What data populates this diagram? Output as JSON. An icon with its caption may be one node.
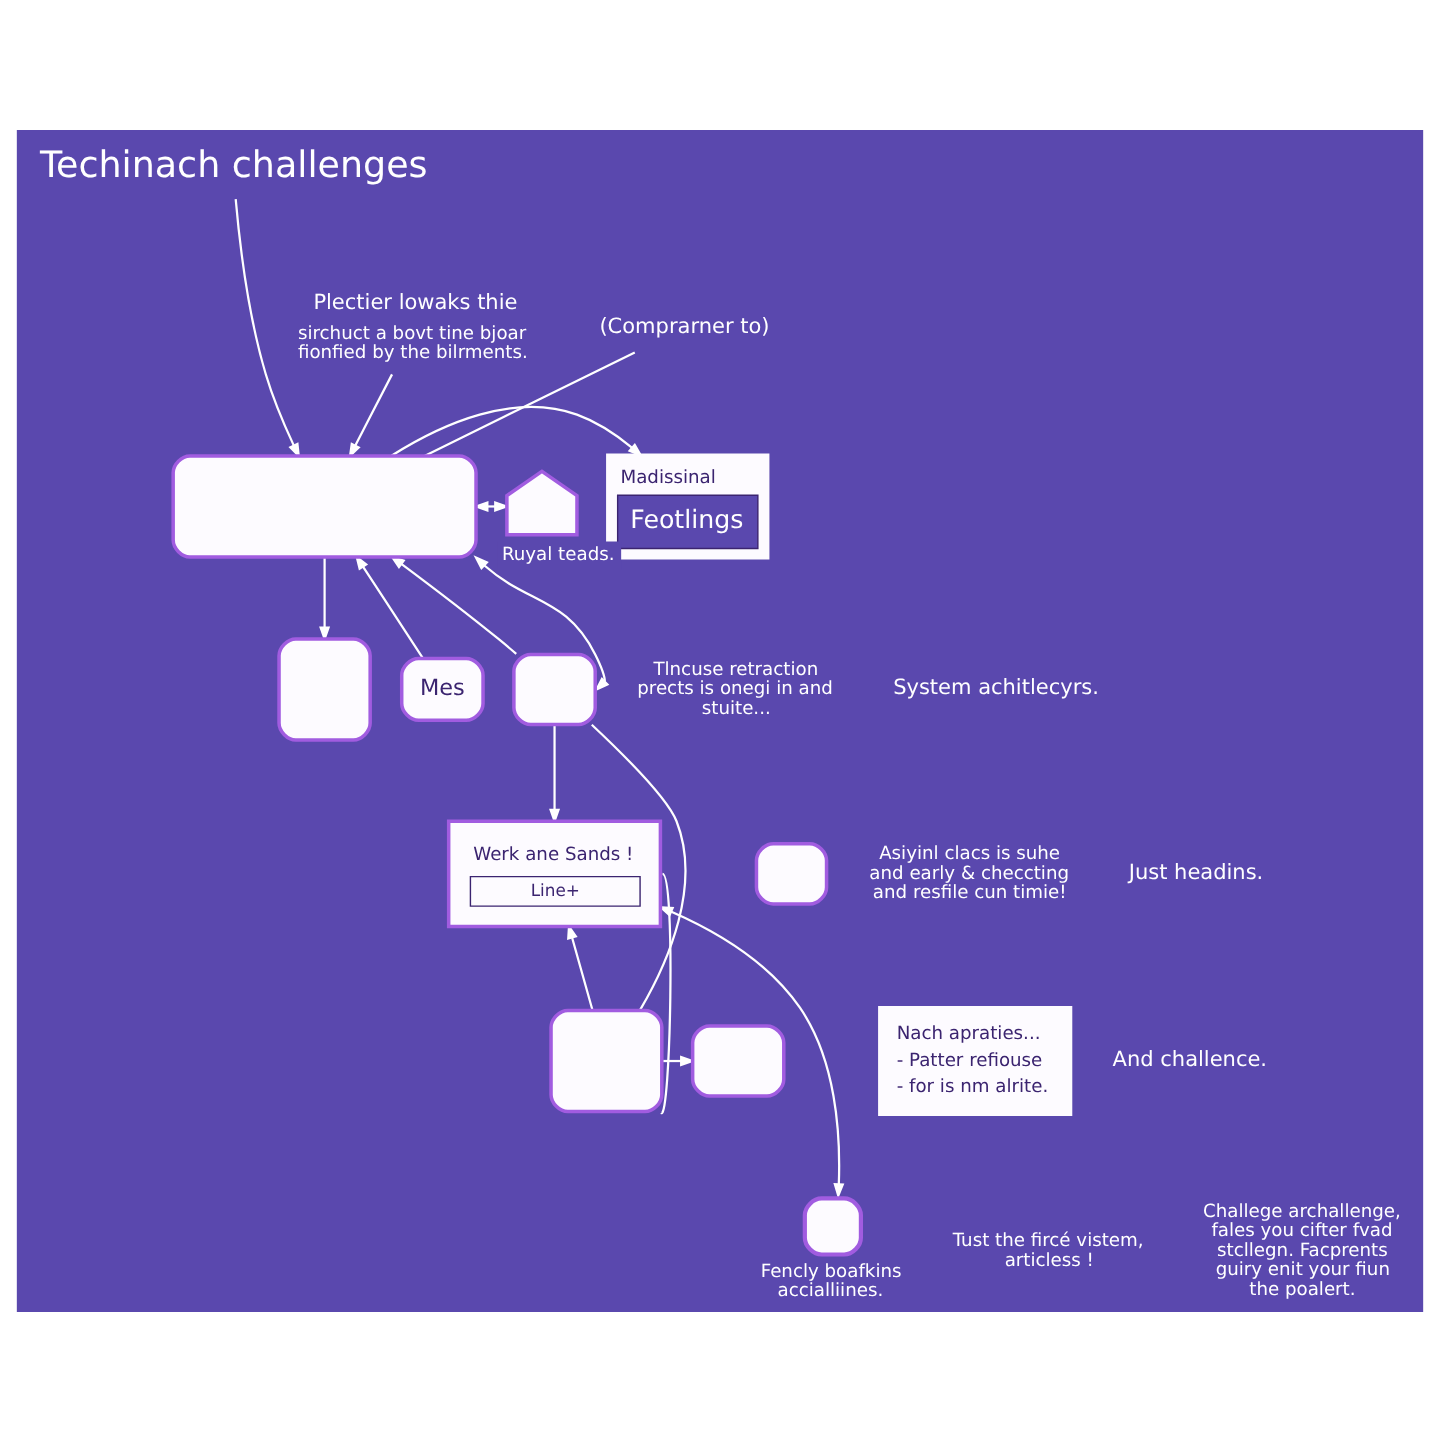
{
  "diagram": {
    "nodes": [
      {
        "text": [
          "Techinach challenges"
        ]
      },
      {
        "text": [
          "Plectier lowaks thie",
          "sirchuct a bovt tine bjoar fionfied by the bilrments."
        ]
      },
      {
        "text": [
          "(Comprarner to)"
        ]
      },
      {
        "text": [],
        "shape": "box"
      },
      {
        "text": [
          "Madissinal",
          "Feotlings"
        ]
      },
      {
        "text": [],
        "shape": "box"
      },
      {
        "text": [
          "Ruyal teads."
        ]
      },
      {
        "text": [
          "Mes"
        ]
      },
      {
        "text": [],
        "shape": "box"
      },
      {
        "text": [],
        "shape": "box"
      },
      {
        "text": [
          "Werk ane Sands !",
          "Line+"
        ]
      },
      {
        "text": [],
        "shape": "box"
      },
      {
        "text": [],
        "shape": "box"
      },
      {
        "text": [
          "Nach apraties...",
          "- Patter refiouse",
          "- for is nm alrite."
        ]
      },
      {
        "text": [],
        "shape": "box",
        "beside": [
          "Fencly boafkins accialliines."
        ]
      }
    ],
    "edges": [
      {
        "from": 0,
        "to": 3,
        "arrow": "to"
      },
      {
        "from": 1,
        "to": 3,
        "arrow": "to"
      },
      {
        "from": 3,
        "to": 2,
        "arrow": "none"
      },
      {
        "from": 3,
        "to": 4,
        "arrow": "to"
      },
      {
        "from": 3,
        "to": 5,
        "arrow": "to"
      },
      {
        "from": 3,
        "to": 6,
        "arrow": "both"
      },
      {
        "from": 7,
        "to": 3,
        "arrow": "to"
      },
      {
        "from": 8,
        "to": 3,
        "arrow": "to"
      },
      {
        "from": 8,
        "to": 3,
        "arrow": "both"
      },
      {
        "from": 8,
        "to": 10,
        "arrow": "to"
      },
      {
        "from": 8,
        "to": 11,
        "arrow": "none"
      },
      {
        "from": 11,
        "to": 10,
        "arrow": "to"
      },
      {
        "from": 10,
        "to": 11,
        "arrow": "none"
      },
      {
        "from": 11,
        "to": 12,
        "arrow": "to"
      },
      {
        "from": 14,
        "to": 10,
        "arrow": "both"
      }
    ],
    "labels": [
      "Tlncuse retraction prects is onegi in and stuite...",
      "System achitlecyrs.",
      "Asiyinl clacs is suhe and early & checcting and resfile cun timie!",
      "Just headins.",
      "And challence.",
      "Tust the fircé vistem, articless !",
      "Challege archallenge, fales you cifter fvad stcllegn. Facprents guiry enit your fiun the poalert."
    ]
  }
}
